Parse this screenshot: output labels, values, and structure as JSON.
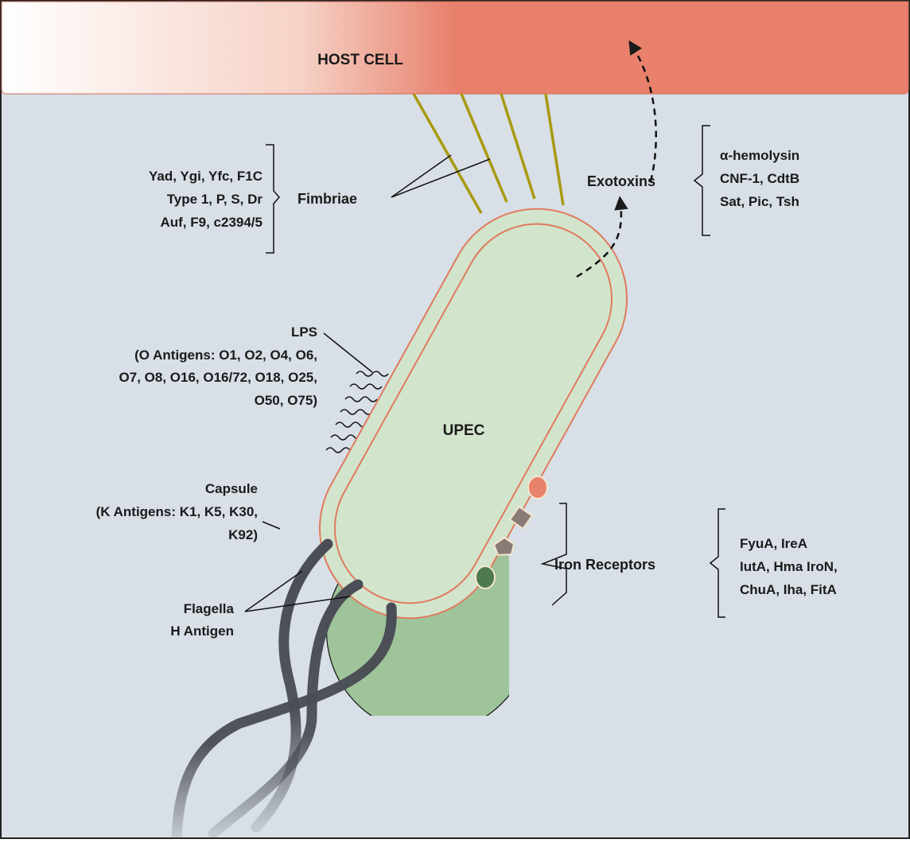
{
  "host_cell": {
    "label": "HOST CELL"
  },
  "bacterium": {
    "label": "UPEC"
  },
  "fimbriae": {
    "label": "Fimbriae",
    "types": [
      "Yad, Ygi, Yfc, F1C",
      "Type 1, P, S, Dr",
      "Auf, F9, c2394/5"
    ]
  },
  "exotoxins": {
    "label": "Exotoxins",
    "types": [
      "α-hemolysin",
      "CNF-1, CdtB",
      "Sat, Pic, Tsh"
    ]
  },
  "lps": {
    "lines": [
      "LPS",
      "(O Antigens: O1, O2, O4, O6,",
      "O7, O8, O16, O16/72, O18, O25,",
      "O50, O75)"
    ]
  },
  "capsule": {
    "lines": [
      "Capsule",
      "(K Antigens: K1, K5, K30,",
      "K92)"
    ]
  },
  "flagella": {
    "lines": [
      "Flagella",
      "H Antigen"
    ]
  },
  "iron_receptors": {
    "label": "Iron Receptors",
    "types": [
      "FyuA, IreA",
      "IutA, Hma IroN,",
      "ChuA, Iha, FitA"
    ]
  },
  "colors": {
    "background": "#d8dfe6",
    "host_cell": "#e8806c",
    "cell_fill": "#d2e4cc",
    "membrane": "#e07a5f",
    "capsule": "#9fc49a",
    "fimbriae": "#a89a10",
    "flagella": "#4a4d55",
    "receptor_orange": "#e8826a",
    "receptor_gray": "#8a7a76",
    "receptor_green": "#4f7a50"
  }
}
